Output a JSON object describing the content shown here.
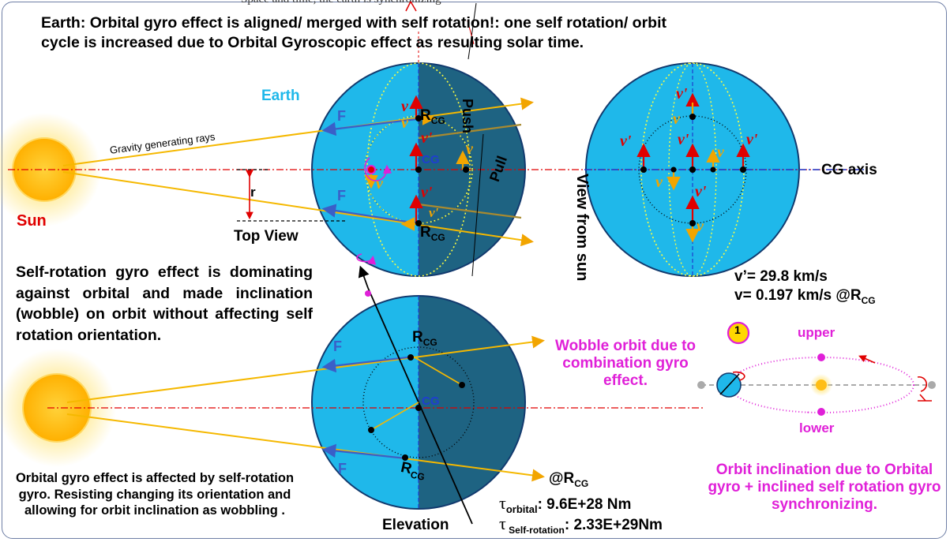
{
  "header": {
    "partial_top_text": "Space and time, the earth is synchronizing",
    "title_line1": "Earth:  Orbital gyro effect is aligned/  merged with  self rotation!: one self rotation/ orbit",
    "title_line2": "cycle is increased due to Orbital Gyroscopic  effect as resulting solar time."
  },
  "labels": {
    "earth": "Earth",
    "sun": "Sun",
    "gravity_rays": "Gravity generating  rays",
    "r": "r",
    "top_view": "Top View",
    "push": "Push",
    "pull": "Pull",
    "view_from_sun": "View from sun",
    "cg": "CG",
    "cg_axis": "CG axis",
    "rcg": "R",
    "rcg_sub": "CG",
    "force": "F",
    "velocity": "v",
    "velocity_prime": "v'",
    "elevation": "Elevation",
    "upper": "upper",
    "lower": "lower",
    "badge": "1"
  },
  "notes": {
    "self_rotation": "Self-rotation   gyro   effect   is dominating    against    orbital and made inclination (wobble) on orbit without affecting self rotation orientation.",
    "orbital_gyro": "Orbital gyro effect is affected by self-rotation gyro.  Resisting changing its orientation and allowing for orbit inclination as wobbling  .",
    "wobble": "Wobble orbit due to combination gyro effect.",
    "inclination": "Orbit inclination due to Orbital gyro + inclined self rotation gyro synchronizing."
  },
  "values": {
    "v_prime": "v’= 29.8 km/s",
    "v": "v= 0.197 km/s @R",
    "v_sub": "CG",
    "at_rcg": "@R",
    "at_rcg_sub": "CG",
    "tau_orbital_sym": "τ",
    "tau_orbital_sub": "orbital",
    "tau_orbital_val": ": 9.6E+28  Nm",
    "tau_self_sym": "τ",
    "tau_self_sub": " Self-rotation",
    "tau_self_val": ": 2.33E+29Nm"
  },
  "colors": {
    "ocean_light": "#1fb8ea",
    "ocean_dark": "#1e6382",
    "sun": "#ffbe14",
    "ray": "#f5b800",
    "force": "#3a5fc8",
    "velocity": "#e00000",
    "velocity_orange": "#f2a500",
    "axis": "#e00000",
    "magenta": "#e020d8",
    "blue_axis": "#1f3ed0"
  }
}
